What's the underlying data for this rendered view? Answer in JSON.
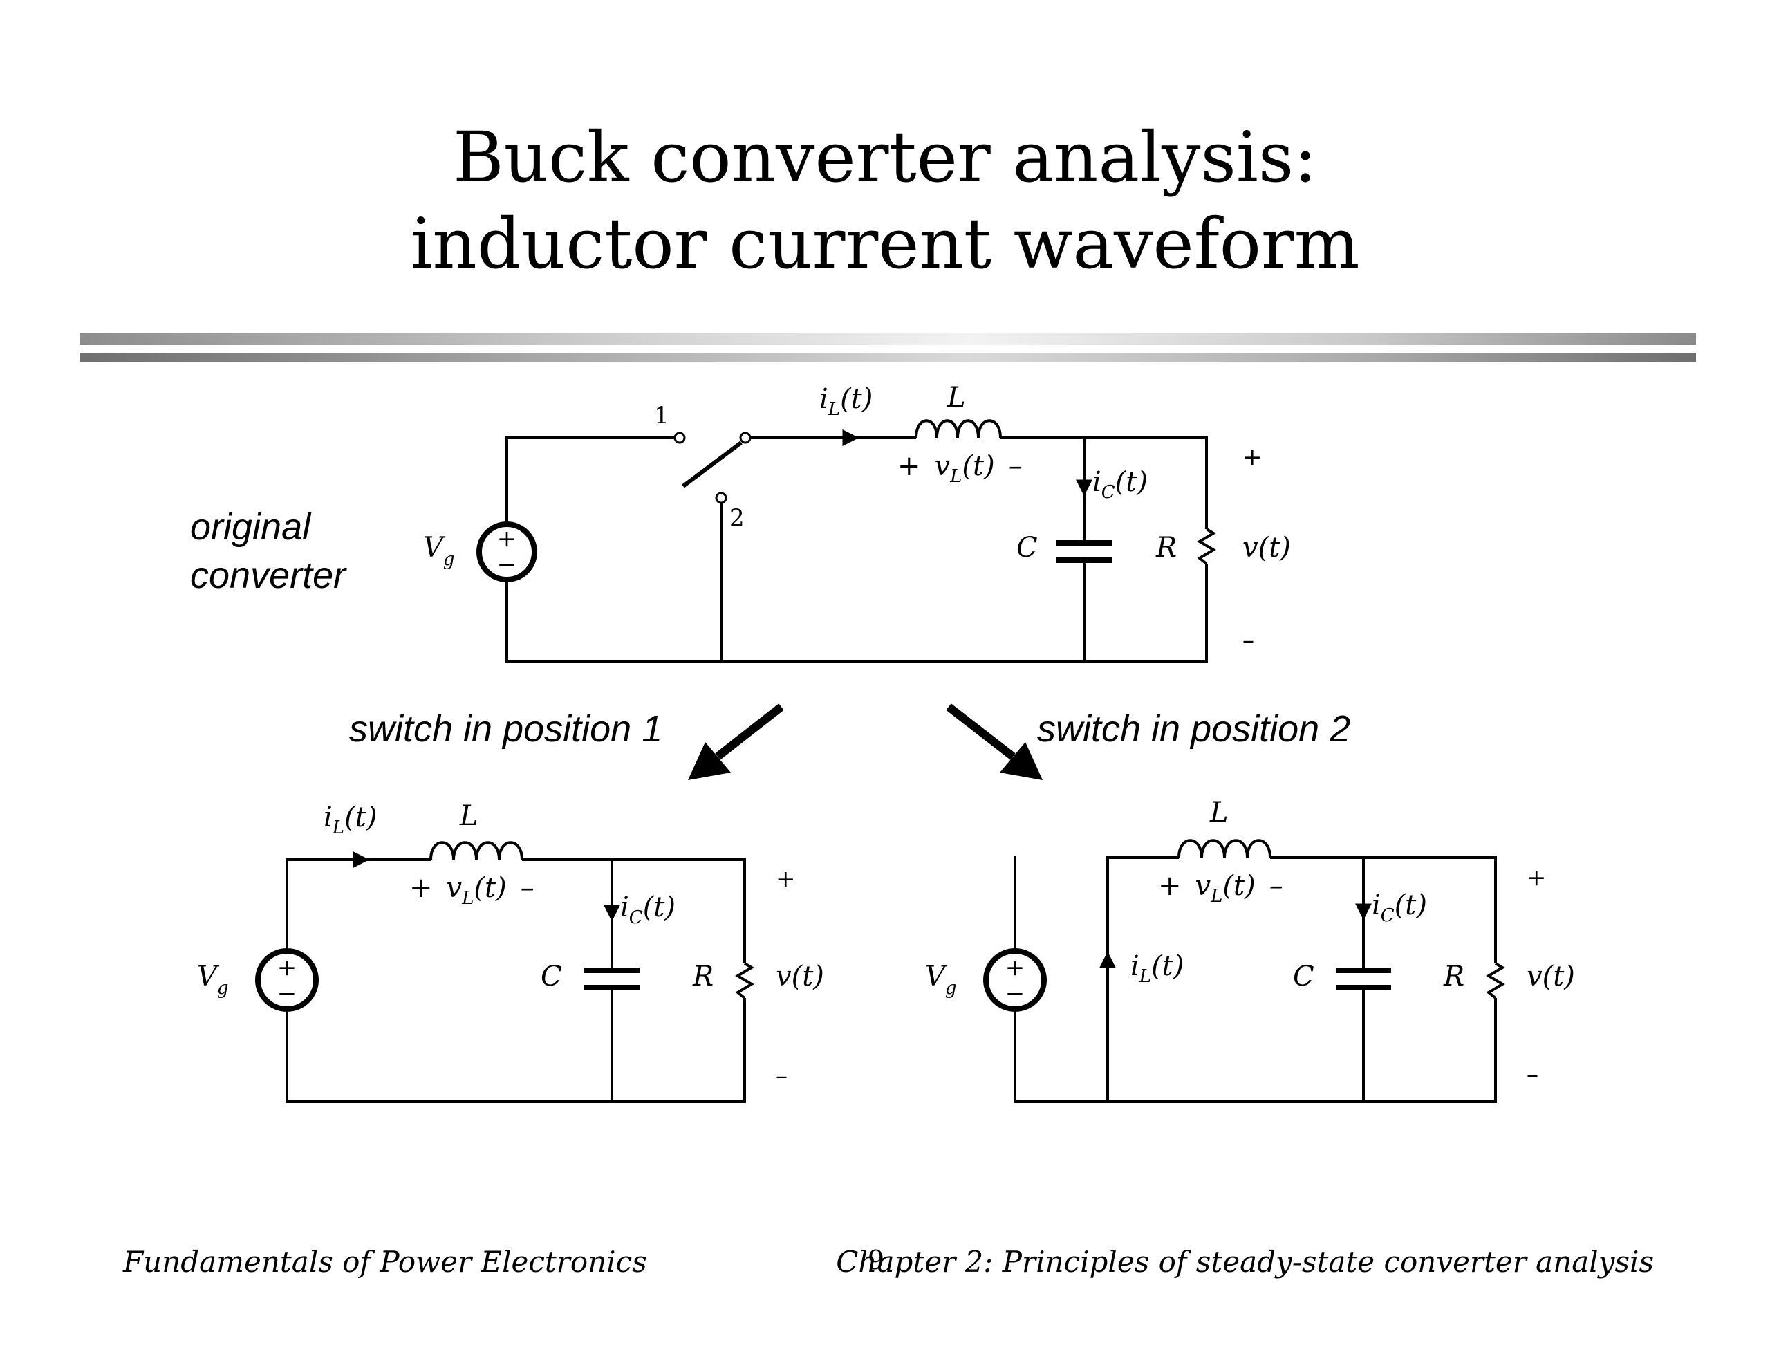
{
  "slide": {
    "title_line1": "Buck converter analysis:",
    "title_line2": "inductor current waveform"
  },
  "diagram": {
    "original_label_line1": "original",
    "original_label_line2": "converter",
    "position1_label": "switch in position 1",
    "position2_label": "switch in position 2",
    "switch_terminal_1": "1",
    "switch_terminal_2": "2",
    "source_symbol": "V",
    "source_subscript": "g",
    "source_plus": "+",
    "source_minus": "−",
    "inductor_symbol": "L",
    "capacitor_symbol": "C",
    "resistor_symbol": "R",
    "current_symbol": "i",
    "inductor_subscript": "L",
    "capacitor_subscript": "C",
    "time_arg": "(t)",
    "voltage_symbol": "v",
    "output_voltage": "v(t)",
    "plus": "+",
    "minus": "–"
  },
  "footer": {
    "left": "Fundamentals of Power Electronics",
    "page_number": "9",
    "right": "Chapter 2: Principles of steady-state converter analysis"
  }
}
